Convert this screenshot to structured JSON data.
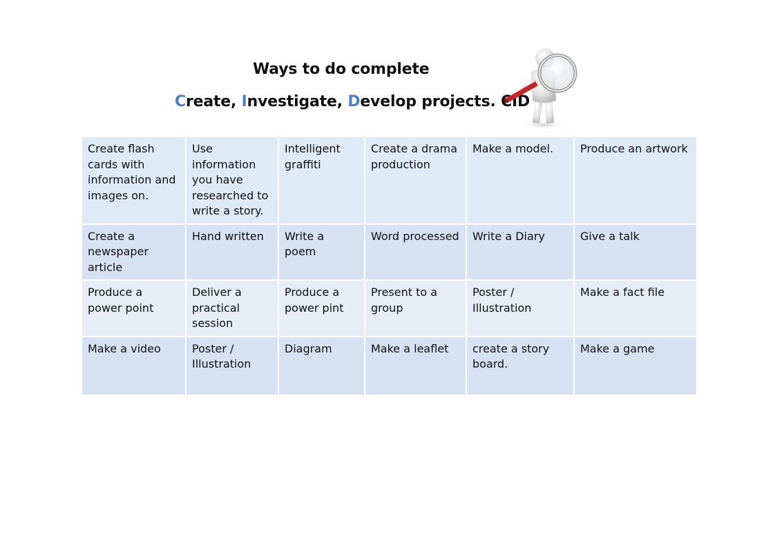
{
  "title": {
    "line1": "Ways to do complete",
    "line2": {
      "c_letter": "C",
      "c_rest": "reate, ",
      "i_letter": "I",
      "i_rest": "nvestigate, ",
      "d_letter": "D",
      "d_rest": "evelop projects. CID"
    }
  },
  "colors": {
    "accent": "#4f81bd",
    "row_light": "#deebf7",
    "row_mid": "#d6e2f2",
    "row_pale": "#e6edf6",
    "magnifier_handle": "#c0272d"
  },
  "illustration": {
    "icon": "person-with-magnifying-glass"
  },
  "table": {
    "rows": [
      [
        "Create flash cards with information and images on.",
        "Use information you have researched to write a story.",
        "Intelligent graffiti",
        "Create a drama production",
        "Make a model.",
        "Produce an artwork"
      ],
      [
        "Create a newspaper article",
        "Hand written",
        "Write a poem",
        "Word processed",
        "Write a Diary",
        "Give a talk"
      ],
      [
        "Produce a power point",
        "Deliver a practical session",
        "Produce a power pint",
        "Present to a group",
        "Poster / Illustration",
        "Make a fact file"
      ],
      [
        "Make a video",
        "Poster / Illustration",
        "Diagram",
        "Make a leaflet",
        "create a story board.",
        "Make a game"
      ]
    ]
  }
}
